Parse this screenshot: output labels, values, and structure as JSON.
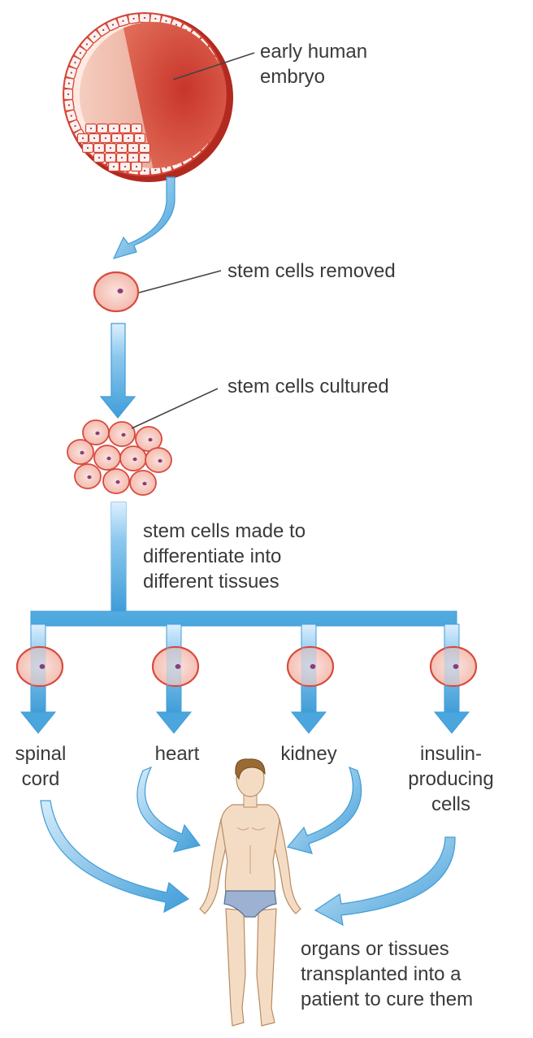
{
  "labels": {
    "embryo": "early human\nembryo",
    "removed": "stem cells removed",
    "cultured": "stem cells cultured",
    "differentiate": "stem cells made to\ndifferentiate into\ndifferent tissues",
    "spinal": "spinal\ncord",
    "heart": "heart",
    "kidney": "kidney",
    "insulin": "insulin-\nproducing\ncells",
    "transplant": "organs or tissues\ntransplanted into a\npatient to cure them"
  },
  "colors": {
    "arrow": "#4aa6dd",
    "arrow_light": "#cbe6f6",
    "cell_fill": "#f6c8bf",
    "cell_stroke": "#d84a3e",
    "nucleus": "#8a3d7d",
    "embryo_dark": "#b5281d",
    "embryo_light": "#f3c2b3",
    "skin": "#f4dcc4",
    "briefs": "#9db2d2",
    "hair": "#9a6a33"
  }
}
